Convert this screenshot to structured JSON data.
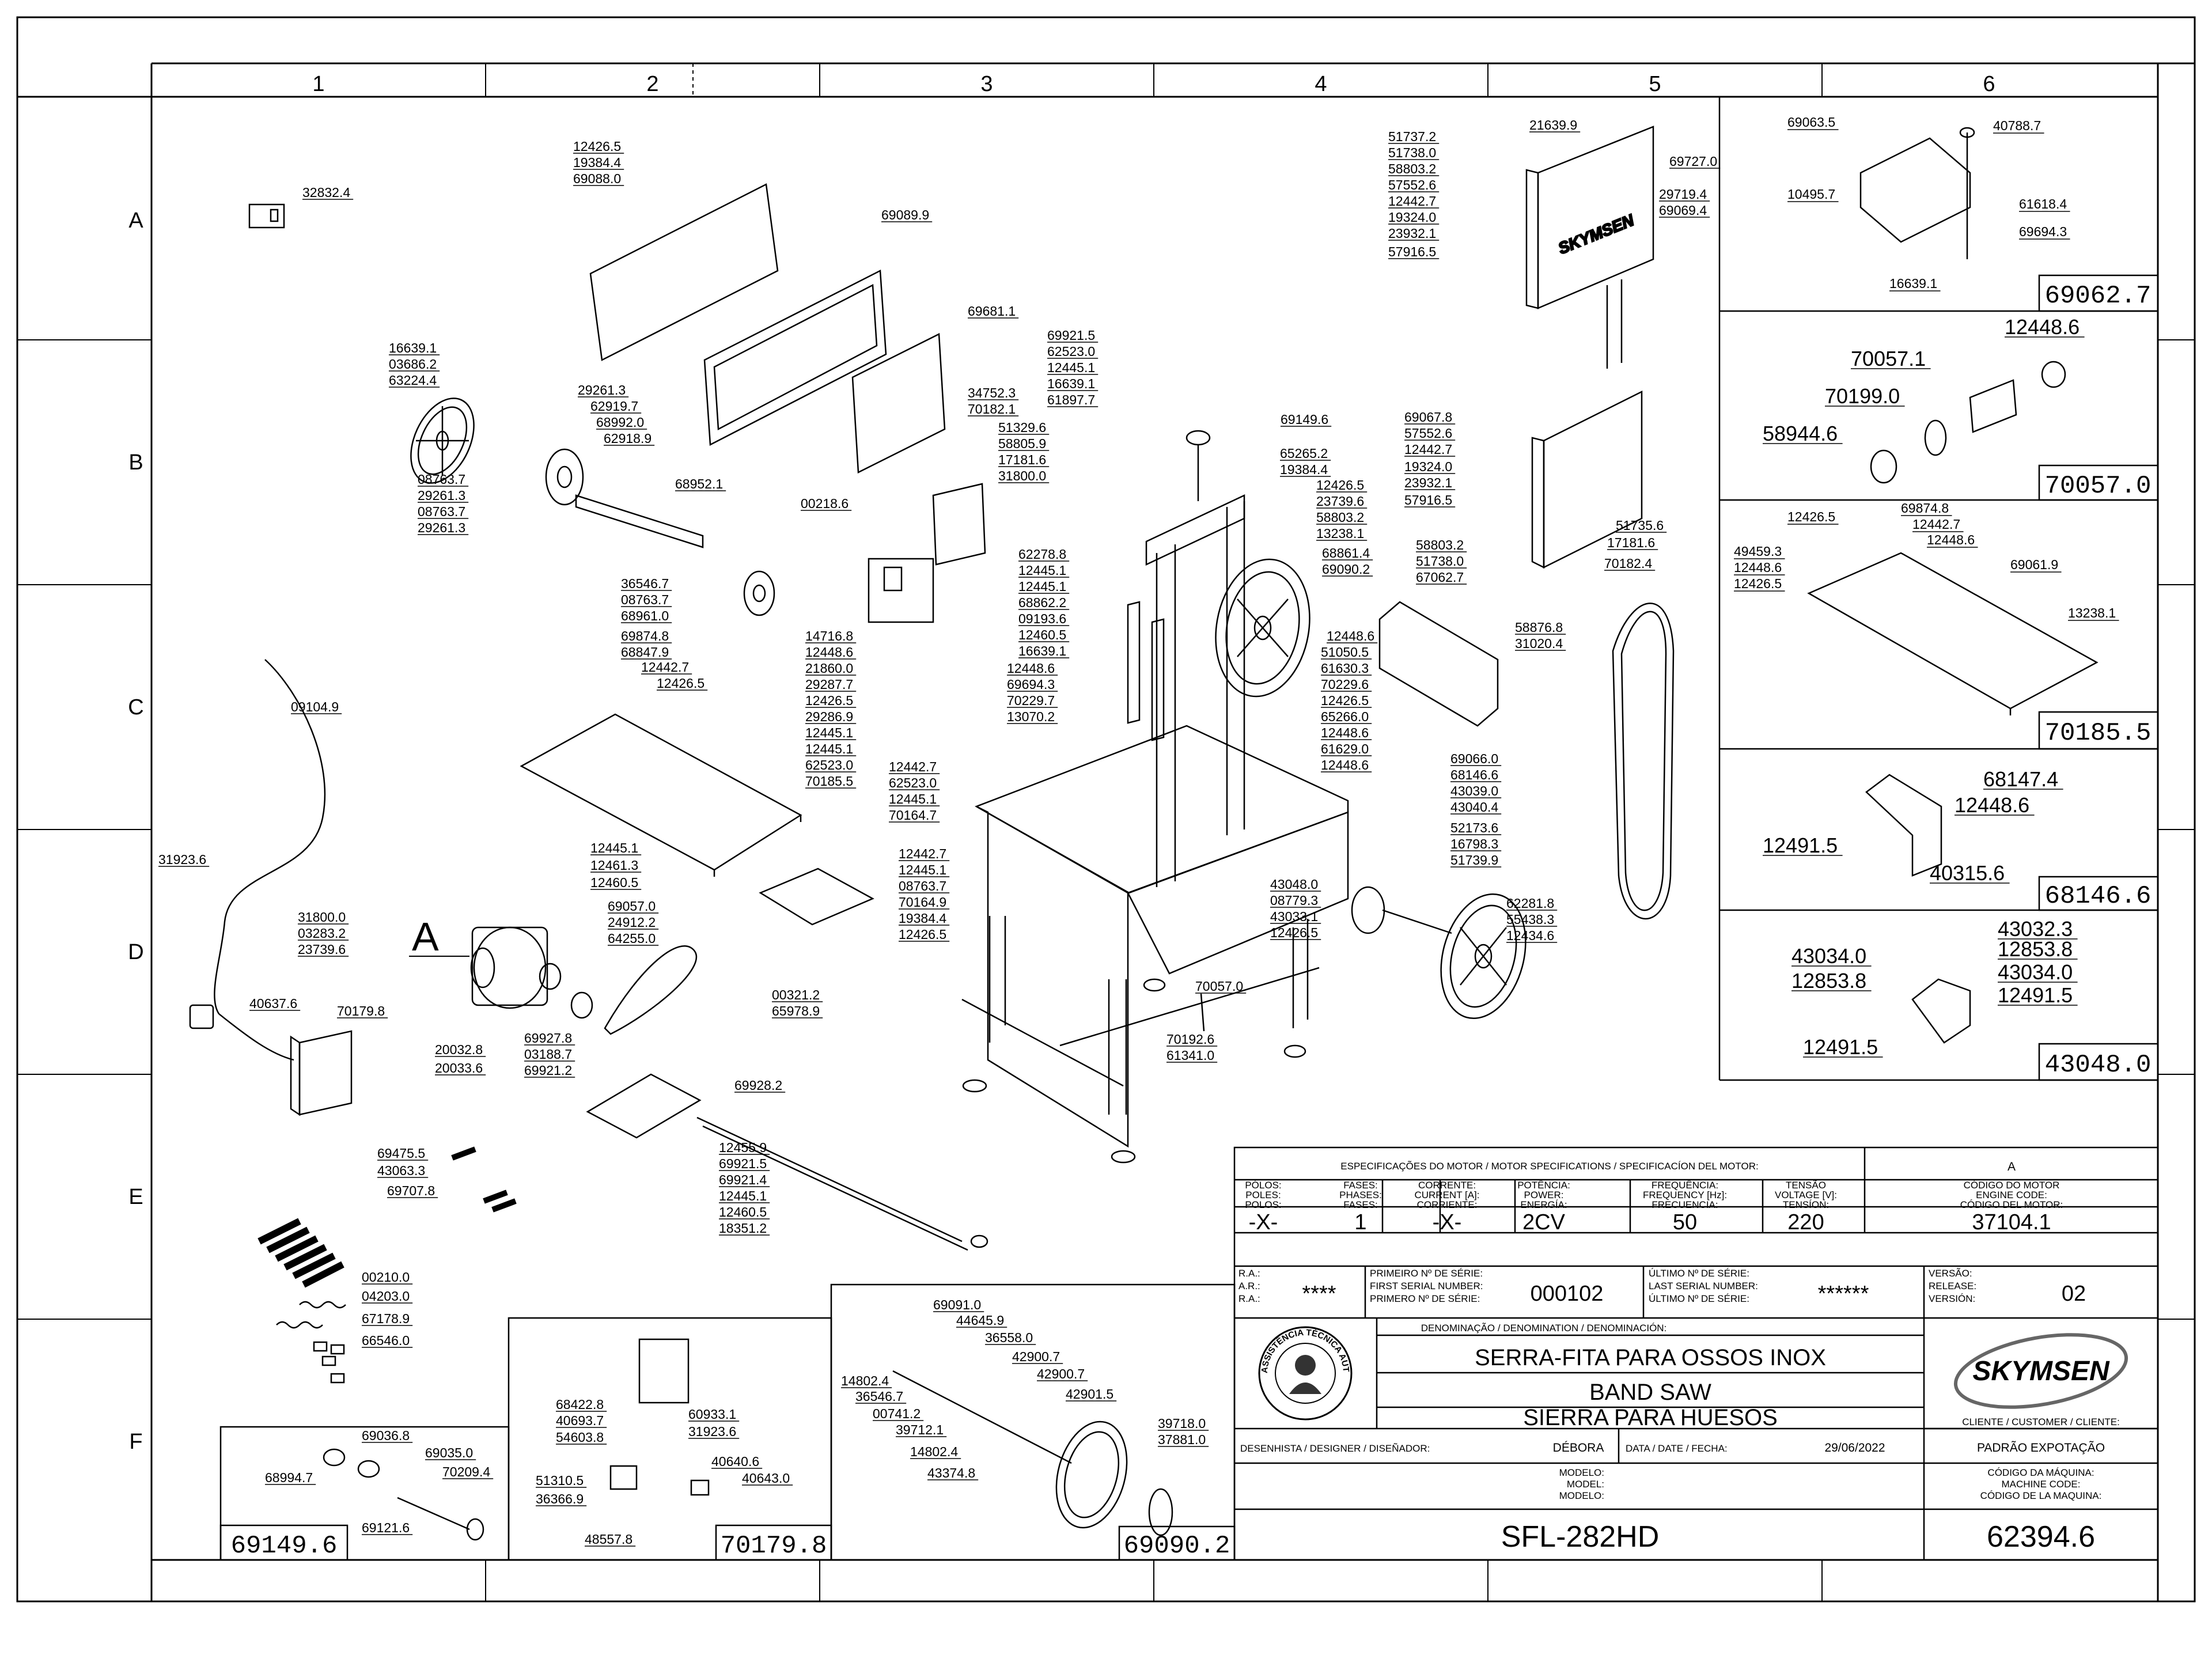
{
  "zones": {
    "cols": [
      "1",
      "2",
      "3",
      "4",
      "5",
      "6"
    ],
    "rows": [
      "A",
      "B",
      "C",
      "D",
      "E",
      "F"
    ]
  },
  "callout_A": "A",
  "parts": {
    "p32832_4": "32832.4",
    "p12426_5a": "12426.5",
    "p19384_4a": "19384.4",
    "p69088_0": "69088.0",
    "p69089_9": "69089.9",
    "p69681_1": "69681.1",
    "p16639_1a": "16639.1",
    "p03686_2": "03686.2",
    "p63224_4": "63224.4",
    "p29261_3a": "29261.3",
    "p62919_7": "62919.7",
    "p68992_0": "68992.0",
    "p62918_9": "62918.9",
    "p08763_7a": "08763.7",
    "p29261_3b": "29261.3",
    "p08763_7b": "08763.7",
    "p29261_3c": "29261.3",
    "p68952_1": "68952.1",
    "p36546_7a": "36546.7",
    "p08763_7c": "08763.7",
    "p68961_0": "68961.0",
    "p69874_8a": "69874.8",
    "p68847_9": "68847.9",
    "p12442_7a": "12442.7",
    "p12426_5b": "12426.5",
    "p09104_9": "09104.9",
    "p69921_5a": "69921.5",
    "p62523_0a": "62523.0",
    "p12445_1a": "12445.1",
    "p16639_1b": "16639.1",
    "p61897_7": "61897.7",
    "p34752_3": "34752.3",
    "p70182_1": "70182.1",
    "p51329_6": "51329.6",
    "p58805_9": "58805.9",
    "p17181_6a": "17181.6",
    "p31800_0a": "31800.0",
    "p00218_6": "00218.6",
    "p69149_6a": "69149.6",
    "p65265_2": "65265.2",
    "p19384_4b": "19384.4",
    "p12426_5c": "12426.5",
    "p23739_6a": "23739.6",
    "p58803_2a": "58803.2",
    "p13238_1a": "13238.1",
    "p68861_4": "68861.4",
    "p69090_2a": "69090.2",
    "p62278_8": "62278.8",
    "p12445_1b": "12445.1",
    "p12445_1c": "12445.1",
    "p68862_2": "68862.2",
    "p09193_6": "09193.6",
    "p12460_5a": "12460.5",
    "p16639_1c": "16639.1",
    "p12448_6a": "12448.6",
    "p69694_3a": "69694.3",
    "p70229_7": "70229.7",
    "p13070_2": "13070.2",
    "p14716_8": "14716.8",
    "p12448_6b": "12448.6",
    "p21860_0": "21860.0",
    "p29287_7": "29287.7",
    "p12426_5d": "12426.5",
    "p29286_9": "29286.9",
    "p12445_1d": "12445.1",
    "p12445_1e": "12445.1",
    "p62523_0b": "62523.0",
    "p70185_5a": "70185.5",
    "p12442_7b": "12442.7",
    "p62523_0c": "62523.0",
    "p12445_1f": "12445.1",
    "p70164_7a": "70164.7",
    "p12448_6c": "12448.6",
    "p51050_5": "51050.5",
    "p61630_3": "61630.3",
    "p70229_6": "70229.6",
    "p12426_5e": "12426.5",
    "p65266_0": "65266.0",
    "p12448_6d": "12448.6",
    "p61629_0": "61629.0",
    "p12448_6e": "12448.6",
    "p58876_8": "58876.8",
    "p31020_4": "31020.4",
    "p69066_0": "69066.0",
    "p68146_6a": "68146.6",
    "p43039_0": "43039.0",
    "p43040_4": "43040.4",
    "p52173_6": "52173.6",
    "p16798_3": "16798.3",
    "p51739_9": "51739.9",
    "p51737_2": "51737.2",
    "p51738_0a": "51738.0",
    "p58803_2b": "58803.2",
    "p57552_6a": "57552.6",
    "p12442_7c": "12442.7",
    "p19324_0a": "19324.0",
    "p23932_1a": "23932.1",
    "p57916_5a": "57916.5",
    "p21639_9": "21639.9",
    "p69727_0": "69727.0",
    "p29719_4": "29719.4",
    "p69069_4": "69069.4",
    "p69067_8": "69067.8",
    "p57552_6b": "57552.6",
    "p12442_7d": "12442.7",
    "p19324_0b": "19324.0",
    "p23932_1b": "23932.1",
    "p57916_5b": "57916.5",
    "p51735_6": "51735.6",
    "p17181_6b": "17181.6",
    "p70182_4": "70182.4",
    "p58803_2c": "58803.2",
    "p51738_0b": "51738.0",
    "p67062_7": "67062.7",
    "p31923_6a": "31923.6",
    "p12445_1g": "12445.1",
    "p12461_3": "12461.3",
    "p12460_5b": "12460.5",
    "p31800_0b": "31800.0",
    "p03283_2": "03283.2",
    "p23739_6b": "23739.6",
    "p69057_0": "69057.0",
    "p24912_2": "24912.2",
    "p64255_0": "64255.0",
    "p12442_7e": "12442.7",
    "p12445_1h": "12445.1",
    "p08763_7d": "08763.7",
    "p70164_9": "70164.9",
    "p19384_4c": "19384.4",
    "p12426_5f": "12426.5",
    "p43048_0a": "43048.0",
    "p08779_3": "08779.3",
    "p43033_1": "43033.1",
    "p12426_5g": "12426.5",
    "p62281_8": "62281.8",
    "p55438_3": "55438.3",
    "p12434_6": "12434.6",
    "p40637_6": "40637.6",
    "p70179_8a": "70179.8",
    "p00321_2": "00321.2",
    "p65978_9": "65978.9",
    "p70057_0a": "70057.0",
    "p20032_8": "20032.8",
    "p20033_6": "20033.6",
    "p69927_8": "69927.8",
    "p03188_7": "03188.7",
    "p69921_2": "69921.2",
    "p69928_2": "69928.2",
    "p70192_6": "70192.6",
    "p61341_0": "61341.0",
    "p69475_5": "69475.5",
    "p43063_3": "43063.3",
    "p69707_8": "69707.8",
    "p12455_9": "12455.9",
    "p69921_5b": "69921.5",
    "p69921_4": "69921.4",
    "p12445_1i": "12445.1",
    "p12460_5c": "12460.5",
    "p18351_2": "18351.2",
    "p00210_0": "00210.0",
    "p04203_0": "04203.0",
    "p67178_9": "67178.9",
    "p66546_0": "66546.0",
    "p69091_0": "69091.0",
    "p44645_9": "44645.9",
    "p36558_0": "36558.0",
    "p14802_4a": "14802.4",
    "p42900_7a": "42900.7",
    "p36546_7b": "36546.7",
    "p42900_7b": "42900.7",
    "p00741_2": "00741.2",
    "p42901_5": "42901.5",
    "p39712_1": "39712.1",
    "p14802_4b": "14802.4",
    "p43374_8": "43374.8",
    "p39718_0": "39718.0",
    "p37881_0": "37881.0",
    "p68422_8": "68422.8",
    "p40693_7": "40693.7",
    "p54603_8": "54603.8",
    "p60933_1": "60933.1",
    "p31923_6b": "31923.6",
    "p40640_6": "40640.6",
    "p40643_0": "40643.0",
    "p51310_5": "51310.5",
    "p36366_9": "36366.9",
    "p48557_8": "48557.8",
    "p69036_8": "69036.8",
    "p69035_0": "69035.0",
    "p70209_4": "70209.4",
    "p68994_7": "68994.7",
    "p69121_6": "69121.6",
    "d1_69063_5": "69063.5",
    "d1_40788_7": "40788.7",
    "d1_10495_7": "10495.7",
    "d1_61618_4": "61618.4",
    "d1_69694_3": "69694.3",
    "d1_16639_1": "16639.1",
    "d2_12448_6": "12448.6",
    "d2_70057_1": "70057.1",
    "d2_70199_0": "70199.0",
    "d2_58944_6": "58944.6",
    "d3_12426_5a": "12426.5",
    "d3_69874_8": "69874.8",
    "d3_12442_7": "12442.7",
    "d3_12448_6a": "12448.6",
    "d3_49459_3": "49459.3",
    "d3_12448_6b": "12448.6",
    "d3_12426_5b": "12426.5",
    "d3_69061_9": "69061.9",
    "d3_13238_1": "13238.1",
    "d4_68147_4": "68147.4",
    "d4_12448_6": "12448.6",
    "d4_12491_5": "12491.5",
    "d4_40315_6": "40315.6",
    "d5_43032_3": "43032.3",
    "d5_43034_0a": "43034.0",
    "d5_12853_8a": "12853.8",
    "d5_43034_0b": "43034.0",
    "d5_12853_8b": "12853.8",
    "d5_12491_5a": "12491.5",
    "d5_12491_5b": "12491.5"
  },
  "detail_boxes": {
    "d1": "69062.7",
    "d2": "70057.0",
    "d3": "70185.5",
    "d4": "68146.6",
    "d5": "43048.0",
    "inset_1": "69149.6",
    "inset_2": "70179.8",
    "inset_3": "69090.2"
  },
  "title_block": {
    "motor_spec_header": "ESPECIFICAÇÕES DO MOTOR / MOTOR SPECIFICATIONS / SPECIFICACÍON DEL MOTOR:",
    "revision_col": "A",
    "poles": [
      "PÓLOS:",
      "POLES:",
      "POLOS:"
    ],
    "phases": [
      "FASES:",
      "PHASES:",
      "FASES:"
    ],
    "current": [
      "CORRENTE:",
      "CURRENT [A]:",
      "CORRIENTE:"
    ],
    "power": [
      "POTÊNCIA:",
      "POWER:",
      "ENERGÍA:"
    ],
    "frequency": [
      "FREQUÊNCIA:",
      "FREQUENCY [Hz]:",
      "FRECUENCIA:"
    ],
    "voltage": [
      "TENSÃO",
      "VOLTAGE [V]:",
      "TENSÍON:"
    ],
    "engine_code": [
      "CÓDIGO DO MOTOR",
      "ENGINE CODE:",
      "CÓDIGO DEL MOTOR:"
    ],
    "val_poles": "-X-",
    "val_phases": "1",
    "val_current": "-X-",
    "val_power": "2CV",
    "val_frequency": "50",
    "val_voltage": "220",
    "val_engine_code": "37104.1",
    "ra": [
      "R.A.:",
      "A.R.:",
      "R.A.:"
    ],
    "ra_value": "****",
    "first_serial": [
      "PRIMEIRO Nº DE SÉRIE:",
      "FIRST SERIAL NUMBER:",
      "PRIMERO Nº DE SÉRIE:"
    ],
    "first_serial_value": "000102",
    "last_serial": [
      "ÚLTIMO Nº DE SÉRIE:",
      "LAST SERIAL NUMBER:",
      "ÚLTIMO Nº DE SÉRIE:"
    ],
    "last_serial_value": "******",
    "version": [
      "VERSÃO:",
      "RELEASE:",
      "VERSIÓN:"
    ],
    "version_value": "02",
    "denomination_header": "DENOMINAÇÃO / DENOMINATION / DENOMINACIÓN:",
    "name_pt": "SERRA-FITA PARA OSSOS INOX",
    "name_en": "BAND SAW",
    "name_es": "SIERRA PARA HUESOS",
    "brand": "SKYMSEN",
    "seal_text": "ASSISTÊNCIA TÉCNICA AUTORIZADA",
    "client_header": "CLIENTE / CUSTOMER / CLIENTE:",
    "client_value": "PADRÃO EXPOTAÇÃO",
    "designer_label": "DESENHISTA / DESIGNER / DISEÑADOR:",
    "designer_value": "DÉBORA",
    "date_label": "DATA / DATE / FECHA:",
    "date_value": "29/06/2022",
    "model_labels": [
      "MODELO:",
      "MODEL:",
      "MODELO:"
    ],
    "machine_code_labels": [
      "CÓDIGO DA MÁQUINA:",
      "MACHINE CODE:",
      "CÓDIGO DE LA MAQUINA:"
    ],
    "model_value": "SFL-282HD",
    "machine_code_value": "62394.6"
  }
}
